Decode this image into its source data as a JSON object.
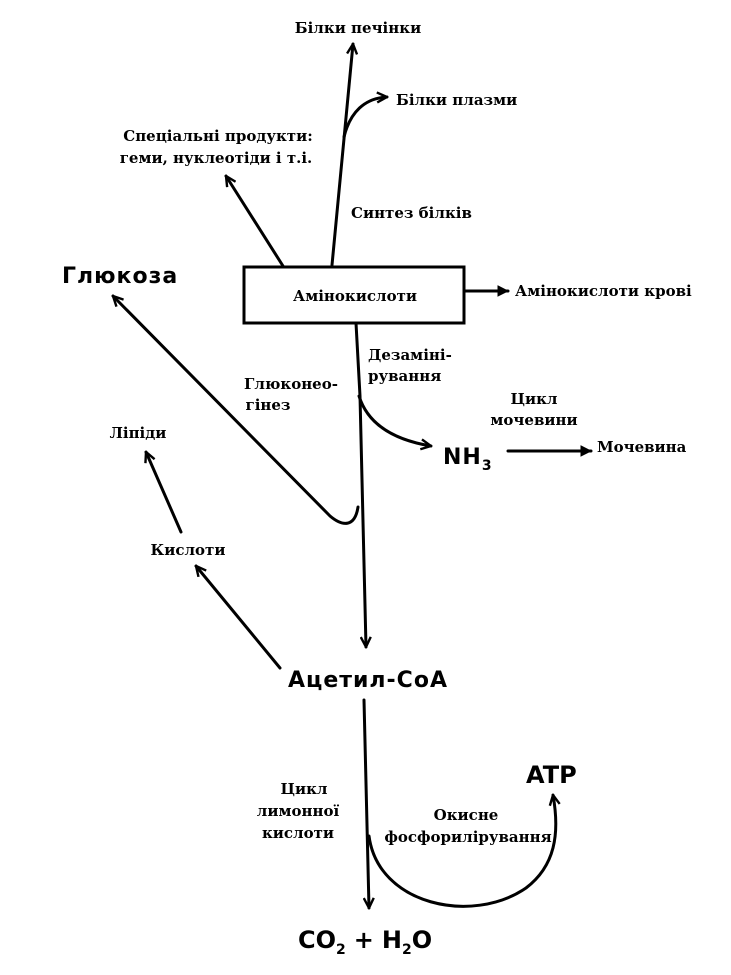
{
  "nodes": {
    "liver_proteins": "Білки печінки",
    "plasma_proteins": "Білки плазми",
    "special_products_line1": "Спеціальні продукти:",
    "special_products_line2": "геми, нуклеотіди і т.і.",
    "protein_synthesis": "Синтез білків",
    "glucose": "Глюкоза",
    "amino_acids": "Амінокислоти",
    "blood_amino_acids": "Амінокислоти крові",
    "deamination_line1": "Дезаміні-",
    "deamination_line2": "рування",
    "gluconeogenesis_line1": "Глюконео-",
    "gluconeogenesis_line2": "гінез",
    "urea_cycle_line1": "Цикл",
    "urea_cycle_line2": "мочевини",
    "ammonia": "NH",
    "ammonia_sub": "3",
    "urea": "Мочевина",
    "lipids": "Ліпіди",
    "acids": "Кислоти",
    "acetyl_coa": "Ацетил-СоА",
    "citric_cycle_line1": "Цикл",
    "citric_cycle_line2": "лимонної",
    "citric_cycle_line3": "кислоти",
    "oxidative_phos_line1": "Окисне",
    "oxidative_phos_line2": "фосфорилірування",
    "atp": "ATP",
    "co2": "CO",
    "co2_sub": "2",
    "plus": "+",
    "h2o_h": "H",
    "h2o_sub": "2",
    "h2o_o": "O"
  }
}
